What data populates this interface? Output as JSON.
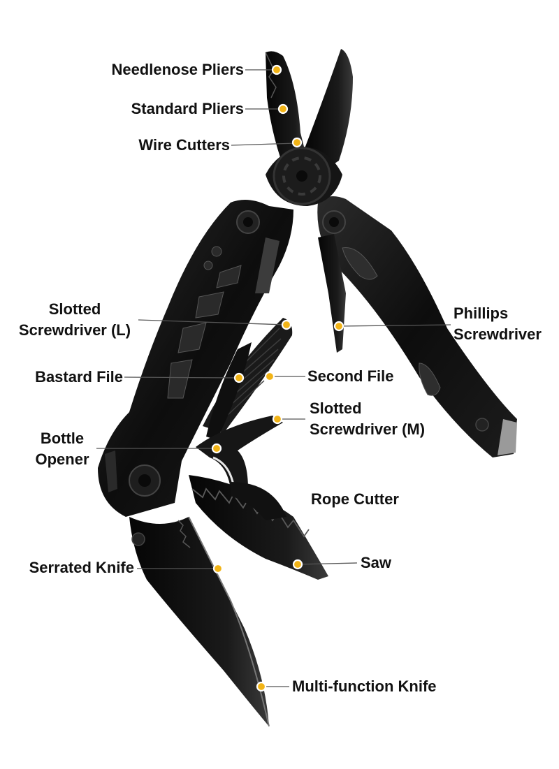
{
  "labels": {
    "needlenose_pliers": "Needlenose Pliers",
    "standard_pliers": "Standard Pliers",
    "wire_cutters": "Wire Cutters",
    "slotted_screwdriver_l": "Slotted\nScrewdriver (L)",
    "phillips_screwdriver": "Phillips\nScrewdriver",
    "bastard_file": "Bastard File",
    "second_file": "Second File",
    "slotted_screwdriver_m": "Slotted\nScrewdriver (M)",
    "bottle_opener": "Bottle\nOpener",
    "rope_cutter": "Rope Cutter",
    "serrated_knife": "Serrated Knife",
    "saw": "Saw",
    "multi_function_knife": "Multi-function Knife"
  },
  "colors": {
    "callout_dot": "#f2b417",
    "tool_body": "#111111",
    "tool_highlight": "#3a3a3a",
    "leader_line": "#555555"
  }
}
